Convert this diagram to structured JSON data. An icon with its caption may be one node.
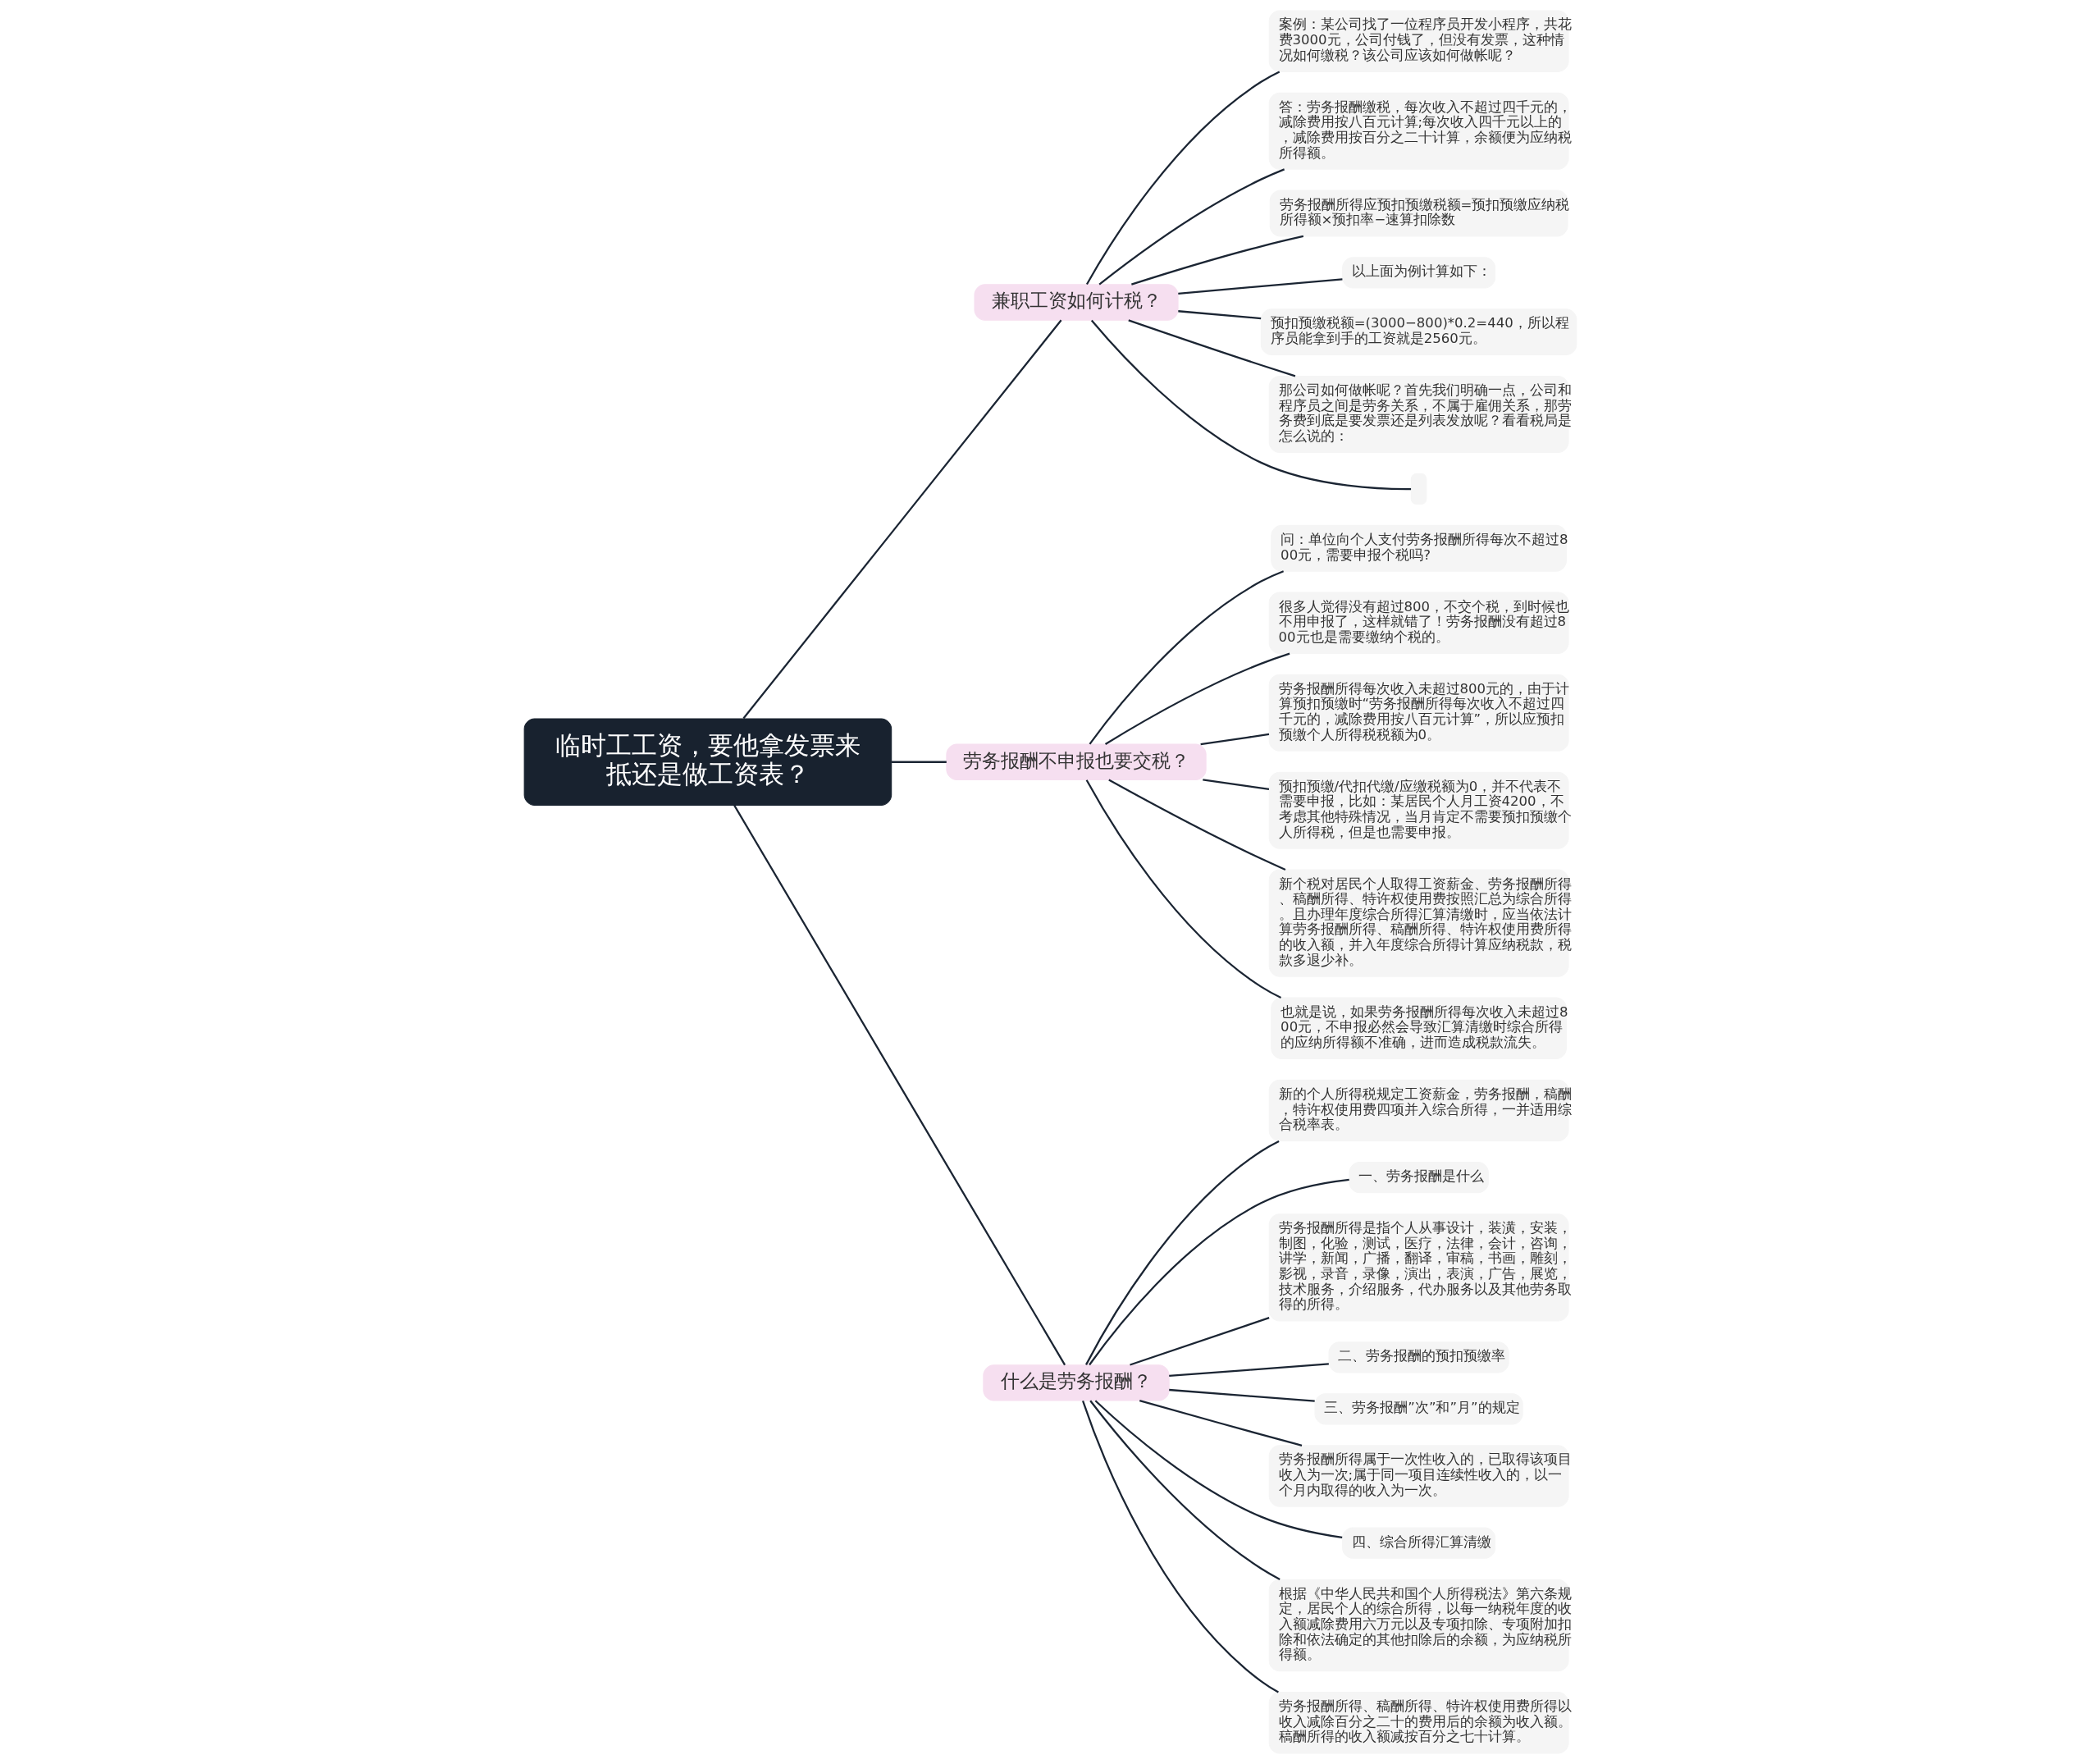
{
  "diagram": {
    "nodes": [
      {
        "text": [
          "临时工工资，要他拿发票来抵还是做工资表？"
        ]
      },
      {
        "text": [
          "兼职工资如何计税？"
        ]
      },
      {
        "text": [
          "案例：某公司找了一位程序员开发小程序，共花费3000元，公司付钱了，但没有发票，这种情况如何缴税？该公司应该如何做帐呢？"
        ]
      },
      {
        "text": [
          "答：劳务报酬缴税，每次收入不超过四千元的，减除费用按八百元计算;每次收入四千元以上的，减除费用按百分之二十计算，余额便为应纳税所得额。"
        ]
      },
      {
        "text": [
          "劳务报酬所得应预扣预缴税额=预扣预缴应纳税所得额×预扣率−速算扣除数"
        ]
      },
      {
        "text": [
          "以上面为例计算如下："
        ]
      },
      {
        "text": [
          "预扣预缴税额=(3000−800)*0.2=440，所以程序员能拿到手的工资就是2560元。"
        ]
      },
      {
        "text": [
          "那公司如何做帐呢？首先我们明确一点，公司和程序员之间是劳务关系，不属于雇佣关系，那劳务费到底是要发票还是列表发放呢？看看税局是怎么说的："
        ]
      },
      {
        "text": [],
        "shape": "box"
      },
      {
        "text": [
          "劳务报酬不申报也要交税？"
        ]
      },
      {
        "text": [
          "问：单位向个人支付劳务报酬所得每次不超过800元，需要申报个税吗?"
        ]
      },
      {
        "text": [
          "很多人觉得没有超过800，不交个税，到时候也不用申报了，这样就错了！劳务报酬没有超过800元也是需要缴纳个税的。"
        ]
      },
      {
        "text": [
          "劳务报酬所得每次收入未超过800元的，由于计算预扣预缴时“劳务报酬所得每次收入不超过四千元的，减除费用按八百元计算”，所以应预扣预缴个人所得税税额为0。"
        ]
      },
      {
        "text": [
          "预扣预缴/代扣代缴/应缴税额为0，并不代表不需要申报，比如：某居民个人月工资4200，不考虑其他特殊情况，当月肯定不需要预扣预缴个人所得税，但是也需要申报。"
        ]
      },
      {
        "text": [
          "新个税对居民个人取得工资薪金、劳务报酬所得、稿酬所得、特许权使用费按照汇总为综合所得。且办理年度综合所得汇算清缴时，应当依法计算劳务报酬所得、稿酬所得、特许权使用费所得的收入额，并入年度综合所得计算应纳税款，税款多退少补。"
        ]
      },
      {
        "text": [
          "也就是说，如果劳务报酬所得每次收入未超过800元，不申报必然会导致汇算清缴时综合所得的应纳所得额不准确，进而造成税款流失。"
        ]
      },
      {
        "text": [
          "什么是劳务报酬？"
        ]
      },
      {
        "text": [
          "新的个人所得税规定工资薪金，劳务报酬，稿酬，特许权使用费四项并入综合所得，一并适用综合税率表。"
        ]
      },
      {
        "text": [
          "一、劳务报酬是什么"
        ]
      },
      {
        "text": [
          "劳务报酬所得是指个人从事设计，装潢，安装，制图，化验，测试，医疗，法律，会计，咨询，讲学，新闻，广播，翻译，审稿，书画，雕刻，影视，录音，录像，演出，表演，广告，展览，技术服务，介绍服务，代办服务以及其他劳务取得的所得。"
        ]
      },
      {
        "text": [
          "二、劳务报酬的预扣预缴率"
        ]
      },
      {
        "text": [
          "三、劳务报酬”次”和”月”的规定"
        ]
      },
      {
        "text": [
          "劳务报酬所得属于一次性收入的，已取得该项目收入为一次;属于同一项目连续性收入的，以一个月内取得的收入为一次。"
        ]
      },
      {
        "text": [
          "四、综合所得汇算清缴"
        ]
      },
      {
        "text": [
          "根据《中华人民共和国个人所得税法》第六条规定，居民个人的综合所得，以每一纳税年度的收入额减除费用六万元以及专项扣除、专项附加扣除和依法确定的其他扣除后的余额，为应纳税所得额。"
        ]
      },
      {
        "text": [
          "劳务报酬所得、稿酬所得、特许权使用费所得以收入减除百分之二十的费用后的余额为收入额。稿酬所得的收入额减按百分之七十计算。"
        ]
      }
    ],
    "edges": [
      {
        "from": 0,
        "to": 1,
        "arrow": "none"
      },
      {
        "from": 1,
        "to": 2,
        "arrow": "none"
      },
      {
        "from": 1,
        "to": 3,
        "arrow": "none"
      },
      {
        "from": 1,
        "to": 4,
        "arrow": "none"
      },
      {
        "from": 1,
        "to": 5,
        "arrow": "none"
      },
      {
        "from": 1,
        "to": 6,
        "arrow": "none"
      },
      {
        "from": 1,
        "to": 7,
        "arrow": "none"
      },
      {
        "from": 1,
        "to": 8,
        "arrow": "none"
      },
      {
        "from": 0,
        "to": 9,
        "arrow": "none"
      },
      {
        "from": 9,
        "to": 10,
        "arrow": "none"
      },
      {
        "from": 9,
        "to": 11,
        "arrow": "none"
      },
      {
        "from": 9,
        "to": 12,
        "arrow": "none"
      },
      {
        "from": 9,
        "to": 13,
        "arrow": "none"
      },
      {
        "from": 9,
        "to": 14,
        "arrow": "none"
      },
      {
        "from": 9,
        "to": 15,
        "arrow": "none"
      },
      {
        "from": 0,
        "to": 16,
        "arrow": "none"
      },
      {
        "from": 16,
        "to": 17,
        "arrow": "none"
      },
      {
        "from": 16,
        "to": 18,
        "arrow": "none"
      },
      {
        "from": 16,
        "to": 19,
        "arrow": "none"
      },
      {
        "from": 16,
        "to": 20,
        "arrow": "none"
      },
      {
        "from": 16,
        "to": 21,
        "arrow": "none"
      },
      {
        "from": 16,
        "to": 22,
        "arrow": "none"
      },
      {
        "from": 16,
        "to": 23,
        "arrow": "none"
      },
      {
        "from": 16,
        "to": 24,
        "arrow": "none"
      },
      {
        "from": 16,
        "to": 25,
        "arrow": "none"
      }
    ]
  }
}
